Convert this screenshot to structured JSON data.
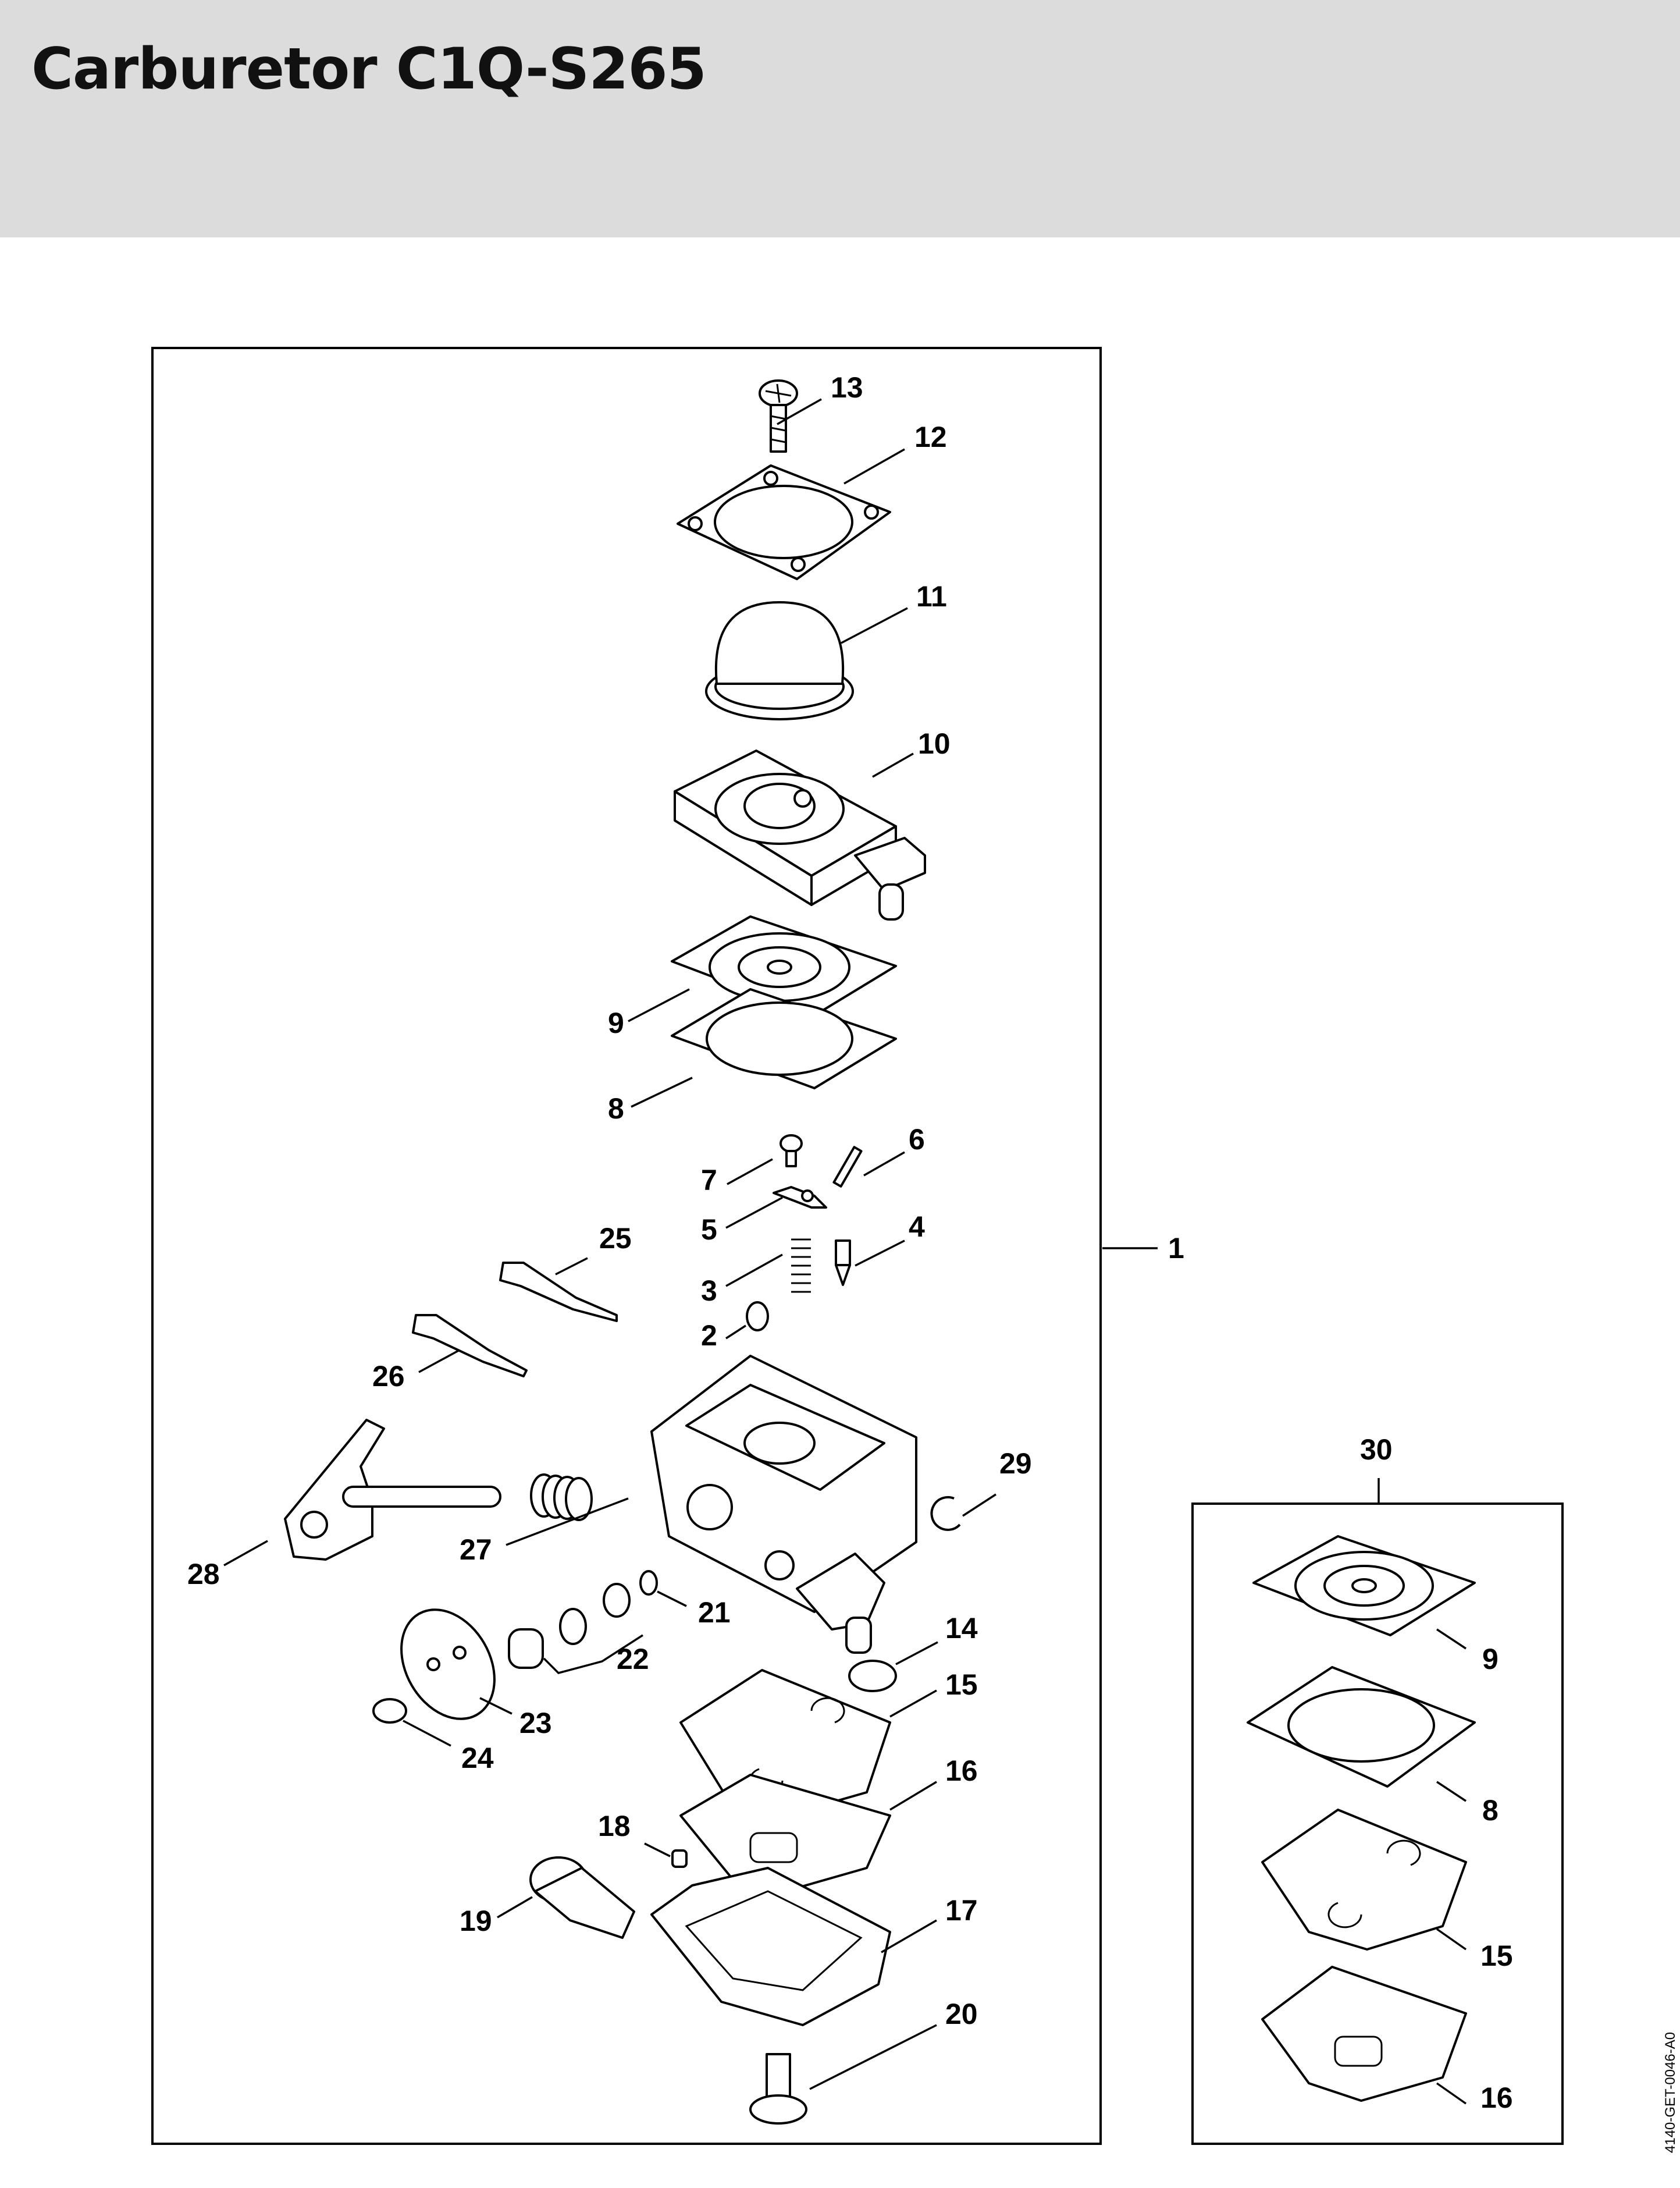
{
  "title": "Carburetor C1Q-S265",
  "doc_ref": "4140-GET-0046-A0",
  "main_callouts": [
    "1",
    "2",
    "3",
    "4",
    "5",
    "6",
    "7",
    "8",
    "9",
    "10",
    "11",
    "12",
    "13",
    "14",
    "15",
    "16",
    "17",
    "18",
    "19",
    "20",
    "21",
    "22",
    "23",
    "24",
    "25",
    "26",
    "27",
    "28",
    "29"
  ],
  "kit": {
    "number": "30",
    "callouts": [
      "9",
      "8",
      "15",
      "16"
    ]
  }
}
